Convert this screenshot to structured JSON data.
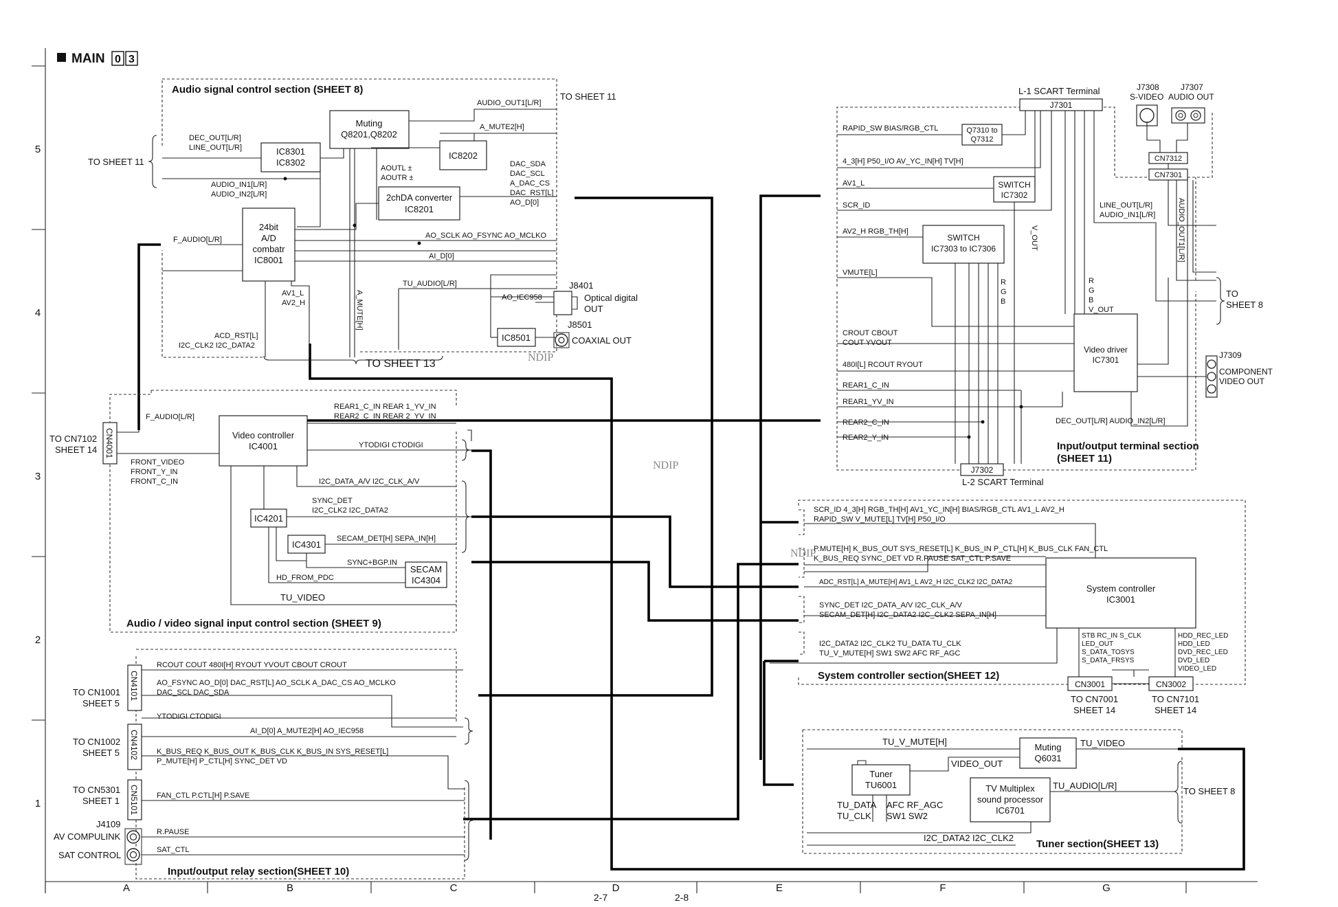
{
  "header": {
    "title": "MAIN",
    "code": [
      "0",
      "3"
    ]
  },
  "page_numbers": [
    "2-7",
    "2-8"
  ],
  "grid": {
    "columns": [
      "A",
      "B",
      "C",
      "D",
      "E",
      "F",
      "G"
    ],
    "rows": [
      "5",
      "4",
      "3",
      "2",
      "1"
    ]
  },
  "watermarks": [
    "NDIP",
    "NDIP",
    "NDIP"
  ],
  "sections": {
    "audio": "Audio signal control section (SHEET 8)",
    "av_input": "Audio / video signal input control section (SHEET 9)",
    "relay": "Input/output relay section(SHEET 10)",
    "io": "Input/output terminal section",
    "io2": "(SHEET 11)",
    "syscon": "System controller section(SHEET 12)",
    "tuner": "Tuner section(SHEET 13)"
  },
  "blocks": {
    "muting1": [
      "Muting",
      "Q8201,Q8202"
    ],
    "ic8301": [
      "IC8301",
      "IC8302"
    ],
    "ic8202": [
      "IC8202"
    ],
    "dac": [
      "2chDA converter",
      "IC8201"
    ],
    "adc": [
      "24bit",
      "A/D",
      "combatr",
      "IC8001"
    ],
    "ic8501": [
      "IC8501"
    ],
    "video_ctrl": [
      "Video controller",
      "IC4001"
    ],
    "ic4201": [
      "IC4201"
    ],
    "ic4301": [
      "IC4301"
    ],
    "secam": [
      "SECAM",
      "IC4304"
    ],
    "q7310": [
      "Q7310 to",
      "Q7312"
    ],
    "switch7302": [
      "SWITCH",
      "IC7302"
    ],
    "switch7303": [
      "SWITCH",
      "IC7303 to IC7306"
    ],
    "video_driver": [
      "Video driver",
      "IC7301"
    ],
    "sysctrl": [
      "System controller",
      "IC3001"
    ],
    "muting2": [
      "Muting",
      "Q6031"
    ],
    "tuner": [
      "Tuner",
      "TU6001"
    ],
    "tv_mpx": [
      "TV Multiplex",
      "sound processor",
      "IC6701"
    ]
  },
  "connectors": {
    "cn4001": "CN4001",
    "cn4101": "CN4101",
    "cn4102": "CN4102",
    "cn5101": "CN5101",
    "j7301": "J7301",
    "j7302": "J7302",
    "cn7312": "CN7312",
    "cn7301": "CN7301",
    "cn3001": "CN3001",
    "cn3002": "CN3002",
    "j8401": "J8401",
    "j8501": "J8501"
  },
  "labels": {
    "to_sheet11_a": "TO SHEET 11",
    "to_sheet11_b": "TO SHEET 11",
    "to_sheet13": "TO SHEET 13",
    "to_sheet8_a": "TO",
    "to_sheet8_b": "SHEET 8",
    "to_sheet8_tuner": "TO SHEET 8",
    "to_cn7102": [
      "TO CN7102",
      "SHEET 14"
    ],
    "to_cn1001": [
      "TO CN1001",
      "SHEET 5"
    ],
    "to_cn1002": [
      "TO CN1002",
      "SHEET 5"
    ],
    "to_cn5301": [
      "TO CN5301",
      "SHEET 1"
    ],
    "to_cn7001": [
      "TO CN7001",
      "SHEET 14"
    ],
    "to_cn7101": [
      "TO CN7101",
      "SHEET 14"
    ],
    "j4109": "J4109",
    "av_compulink": "AV COMPULINK",
    "sat_control": "SAT CONTROL",
    "optical": [
      "Optical digital",
      "OUT"
    ],
    "coaxial": "COAXIAL OUT",
    "l1_scart": "L-1 SCART Terminal",
    "l2_scart": "L-2 SCART Terminal",
    "j7308": [
      "J7308",
      "S-VIDEO"
    ],
    "j7307": [
      "J7307",
      "AUDIO OUT"
    ],
    "j7309": "J7309",
    "component": [
      "COMPONENT",
      "VIDEO OUT"
    ]
  },
  "signals": {
    "audio_out1": "AUDIO_OUT1[L/R]",
    "a_mute2": "A_MUTE2[H]",
    "dec_out": "DEC_OUT[L/R]",
    "line_out": "LINE_OUT[L/R]",
    "audio_in1": "AUDIO_IN1[L/R]",
    "audio_in2": "AUDIO_IN2[L/R]",
    "aoutl": "AOUTL ±",
    "aoutr": "AOUTR ±",
    "dac_sda": "DAC_SDA",
    "dac_scl": "DAC_SCL",
    "a_dac_cs": "A_DAC_CS",
    "dac_rst": "DAC_RST[L]",
    "ao_d0": "AO_D[0]",
    "ao_sclk": "AO_SCLK  AO_FSYNC  AO_MCLKO",
    "ai_d0": "AI_D[0]",
    "f_audio": "F_AUDIO[L/R]",
    "tu_audio": "TU_AUDIO[L/R]",
    "ao_iec958": "AO_IEC958",
    "av1_l": "AV1_L",
    "av2_h": "AV2_H",
    "a_mute_h": "A_MUTE[H]",
    "acd_rst": "ACD_RST[L]",
    "i2c_clk2": "I2C_CLK2  I2C_DATA2",
    "rear1": "REAR1_C_IN  REAR 1_YV_IN",
    "rear2": "REAR2_C_IN  REAR 2_YV_IN",
    "f_audio2": "F_AUDIO[L/R]",
    "ytodigi": "YTODIGI  CTODIGI",
    "front_video": "FRONT_VIDEO",
    "front_y": "FRONT_Y_IN",
    "front_c": "FRONT_C_IN",
    "i2c_data_av": "I2C_DATA_A/V  I2C_CLK_A/V",
    "sync_det": "SYNC_DET",
    "i2c_clk2b": "I2C_CLK2  I2C_DATA2",
    "secam_det": "SECAM_DET[H]  SEPA_IN[H]",
    "sync_bgp": "SYNC+BGP.IN",
    "hd_from": "HD_FROM_PDC",
    "tu_video": "TU_VIDEO",
    "rcout": "RCOUT  COUT  480I[H]  RYOUT  YVOUT  CBOUT  CROUT",
    "ao_fsync": "AO_FSYNC  AO_D[0]  DAC_RST[L]  AO_SCLK  A_DAC_CS  AO_MCLKO",
    "dac_scl_sda": "DAC_SCL  DAC_SDA",
    "ytodigi2": "YTODIGI  CTODIGI",
    "ai_d0_mute": "AI_D[0]  A_MUTE2[H]  AO_IEC958",
    "k_bus_req": "K_BUS_REQ  K_BUS_OUT  K_BUS_CLK  K_BUS_IN  SYS_RESET[L]",
    "p_mute": "P_MUTE[H]  P_CTL[H]  SYNC_DET  VD",
    "fan_ctl": "FAN_CTL  P.CTL[H]  P.SAVE",
    "r_pause": "R.PAUSE",
    "sat_ctl": "SAT_CTL",
    "rapid_sw": "RAPID_SW  BIAS/RGB_CTL",
    "s43": "4_3[H]  P50_I/O  AV_YC_IN[H]  TV[H]",
    "av1_l_b": "AV1_L",
    "scr_id": "SCR_ID",
    "av2_h_rgb": "AV2_H  RGB_TH[H]",
    "vmute": "VMUTE[L]",
    "crout": "CROUT  CBOUT",
    "cout": "COUT  YVOUT",
    "s480": "480I[L]  RCOUT  RYOUT",
    "rear1_c": "REAR1_C_IN",
    "rear1_yv": "REAR1_YV_IN",
    "rear2_c": "REAR2_C_IN",
    "rear2_y": "REAR2_Y_IN",
    "v_out": "V_OUT",
    "line_out2": "LINE_OUT[L/R]",
    "audio_in1b": "AUDIO_IN1[L/R]",
    "audio_out1v": "AUDIO_OUT1[L/R]",
    "rgb_r": "R",
    "rgb_g": "G",
    "rgb_b": "B",
    "rgbv_r": "R",
    "rgbv_g": "G",
    "rgbv_b": "B",
    "rgbv_v": "V_OUT",
    "dec_out2": "DEC_OUT[L/R]  AUDIO_IN2[L/R]",
    "scr_id2": "SCR_ID  4_3[H]  RGB_TH[H]  AV1_YC_IN[H]  BIAS/RGB_CTL  AV1_L  AV2_H",
    "rapid_sw2": "RAPID_SW  V_MUTE[L]  TV[H]  P50_I/O",
    "pmute2": "P.MUTE[H]  K_BUS_OUT  SYS_RESET[L]  K_BUS_IN  P_CTL[H]  K_BUS_CLK  FAN_CTL",
    "kbus2": "K_BUS_REQ  SYNC_DET  VD  R.PAUSE  SAT_CTL   P.SAVE",
    "adc_rst": "ADC_RST[L]  A_MUTE[H]  AV1_L  AV2_H  I2C_CLK2  I2C_DATA2",
    "sync_det2": "SYNC_DET  I2C_DATA_A/V  I2C_CLK_A/V",
    "secam_det2": "SECAM_DET[H]  I2C_DATA2  I2C_CLK2  SEPA_IN[H]",
    "i2c_tu": "I2C_DATA2  I2C_CLK2  TU_DATA  TU_CLK",
    "tu_v_mute": "TU_V_MUTE[H]  SW1  SW2  AFC  RF_AGC",
    "stb": "STB  RC_IN  S_CLK",
    "led_out": "LED_OUT",
    "s_data_tosys": "S_DATA_TOSYS",
    "s_data_frsys": "S_DATA_FRSYS",
    "hdd_rec": "HDD_REC_LED",
    "hdd_led": "HDD_LED",
    "dvd_rec": "DVD_REC_LED",
    "dvd_led": "DVD_LED",
    "video_led": "VIDEO_LED",
    "tu_v_mute_t": "TU_V_MUTE[H]",
    "tu_video_t": "TU_VIDEO",
    "video_out_t": "VIDEO_OUT",
    "tu_audio_t": "TU_AUDIO[L/R]",
    "tu_data_t": "TU_DATA",
    "tu_clk_t": "TU_CLK",
    "afc_t": "AFC  RF_AGC",
    "sw_t": "SW1  SW2",
    "i2c_t": "I2C_DATA2  I2C_CLK2"
  }
}
